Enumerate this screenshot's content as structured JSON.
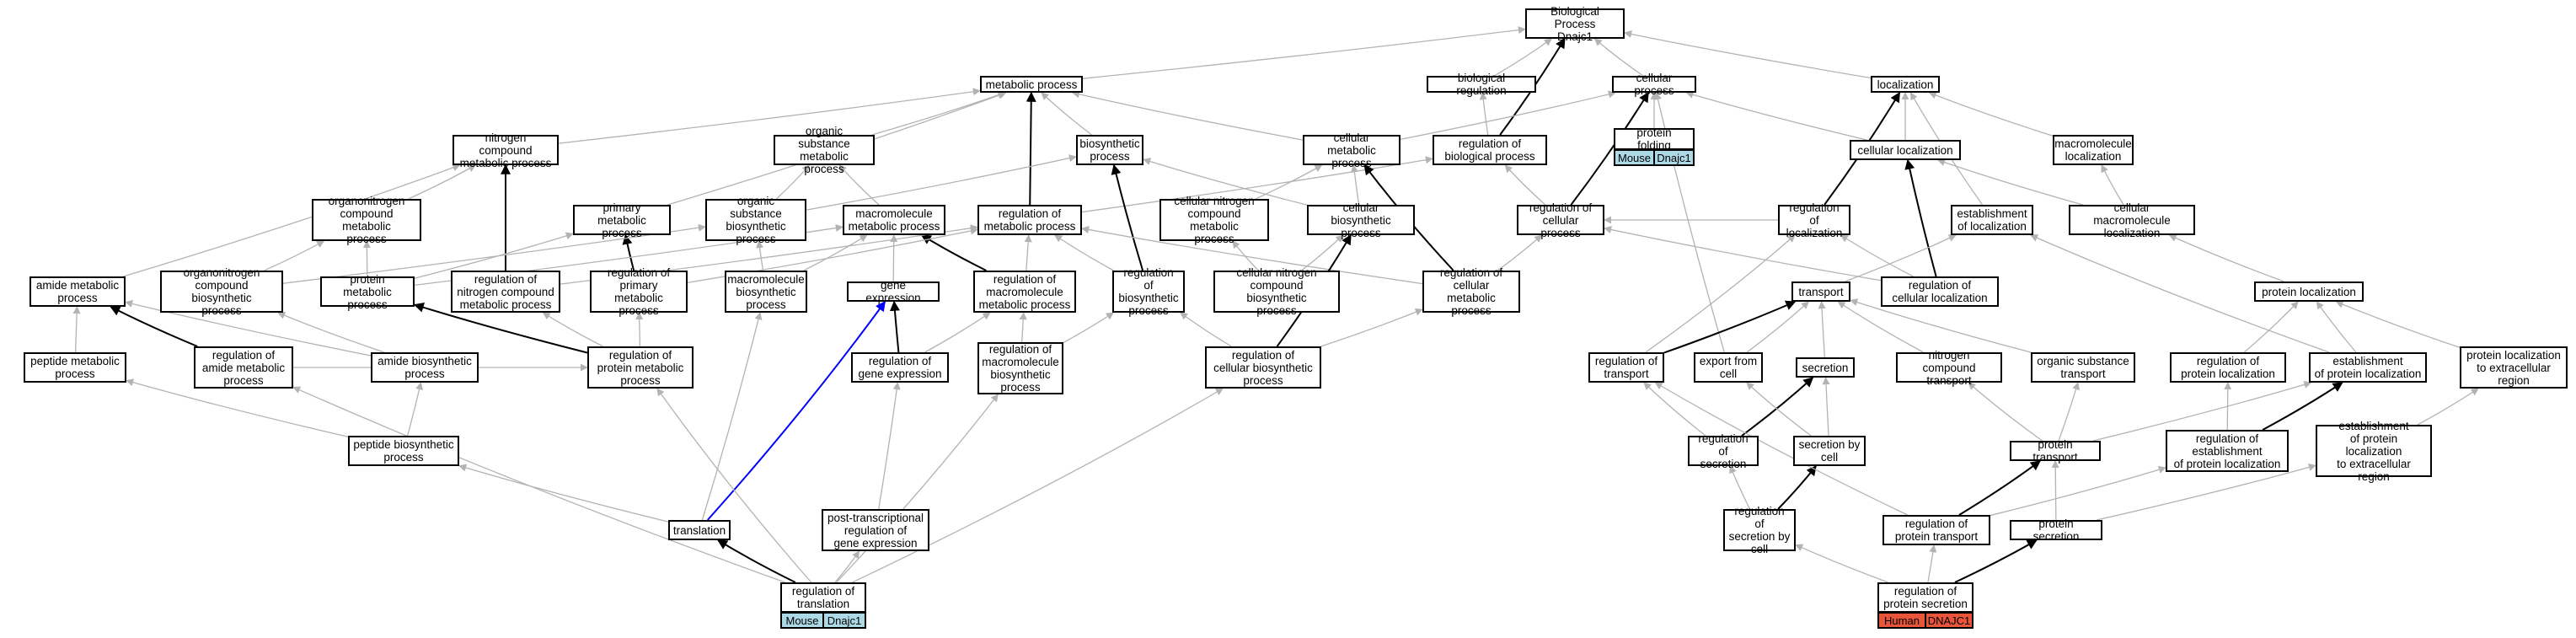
{
  "colors": {
    "edge_gray": "#b3b3b3",
    "edge_black": "#000000",
    "edge_blue": "#0000ff",
    "mouse_badge": "#add8e6",
    "human_badge": "#e8553a"
  },
  "nodes": [
    {
      "id": "bp",
      "label": "Biological Process\nDnajc1"
    },
    {
      "id": "metabolic",
      "label": "metabolic process"
    },
    {
      "id": "bioreg",
      "label": "biological regulation"
    },
    {
      "id": "cellular",
      "label": "cellular process"
    },
    {
      "id": "localization",
      "label": "localization"
    },
    {
      "id": "nitro",
      "label": "nitrogen compound\nmetabolic process"
    },
    {
      "id": "orgsub",
      "label": "organic substance\nmetabolic process"
    },
    {
      "id": "biosynth",
      "label": "biosynthetic\nprocess"
    },
    {
      "id": "cellmet",
      "label": "cellular metabolic\nprocess"
    },
    {
      "id": "regbio",
      "label": "regulation of\nbiological process"
    },
    {
      "id": "protfold",
      "label": "protein folding"
    },
    {
      "id": "cellloc",
      "label": "cellular localization"
    },
    {
      "id": "macroloc",
      "label": "macromolecule\nlocalization"
    },
    {
      "id": "orgnitro",
      "label": "organonitrogen\ncompound metabolic\nprocess"
    },
    {
      "id": "primary",
      "label": "primary metabolic\nprocess"
    },
    {
      "id": "orgsubbio",
      "label": "organic substance\nbiosynthetic\nprocess"
    },
    {
      "id": "macromet",
      "label": "macromolecule\nmetabolic process"
    },
    {
      "id": "regmet",
      "label": "regulation of\nmetabolic process"
    },
    {
      "id": "cellnitro",
      "label": "cellular nitrogen\ncompound metabolic\nprocess"
    },
    {
      "id": "cellbio",
      "label": "cellular biosynthetic\nprocess"
    },
    {
      "id": "regcell",
      "label": "regulation of\ncellular process"
    },
    {
      "id": "regloc",
      "label": "regulation of\nlocalization"
    },
    {
      "id": "estloc",
      "label": "establishment\nof localization"
    },
    {
      "id": "cellmacroloc",
      "label": "cellular macromolecule\nlocalization"
    },
    {
      "id": "amidemet",
      "label": "amide metabolic\nprocess"
    },
    {
      "id": "orgnitrobio",
      "label": "organonitrogen\ncompound biosynthetic\nprocess"
    },
    {
      "id": "protmet",
      "label": "protein metabolic\nprocess"
    },
    {
      "id": "regnitro",
      "label": "regulation of\nnitrogen compound\nmetabolic process"
    },
    {
      "id": "regprimary",
      "label": "regulation of\nprimary metabolic\nprocess"
    },
    {
      "id": "macrobio",
      "label": "macromolecule\nbiosynthetic\nprocess"
    },
    {
      "id": "geneexp",
      "label": "gene expression"
    },
    {
      "id": "regmacromet",
      "label": "regulation of\nmacromolecule\nmetabolic process"
    },
    {
      "id": "regbiosynth",
      "label": "regulation of\nbiosynthetic\nprocess"
    },
    {
      "id": "cellnitrobio",
      "label": "cellular nitrogen\ncompound biosynthetic\nprocess"
    },
    {
      "id": "regcellmet",
      "label": "regulation of\ncellular metabolic\nprocess"
    },
    {
      "id": "regcellloc",
      "label": "regulation of\ncellular localization"
    },
    {
      "id": "transport",
      "label": "transport"
    },
    {
      "id": "protloc",
      "label": "protein localization"
    },
    {
      "id": "peptmet",
      "label": "peptide metabolic\nprocess"
    },
    {
      "id": "regamide",
      "label": "regulation of\namide metabolic\nprocess"
    },
    {
      "id": "amidebio",
      "label": "amide biosynthetic\nprocess"
    },
    {
      "id": "regprotmet",
      "label": "regulation of\nprotein metabolic\nprocess"
    },
    {
      "id": "reggene",
      "label": "regulation of\ngene expression"
    },
    {
      "id": "regmacrobio",
      "label": "regulation of\nmacromolecule\nbiosynthetic\nprocess"
    },
    {
      "id": "regcellbio",
      "label": "regulation of\ncellular biosynthetic\nprocess"
    },
    {
      "id": "regtransport",
      "label": "regulation of\ntransport"
    },
    {
      "id": "exportcell",
      "label": "export from\ncell"
    },
    {
      "id": "secretion",
      "label": "secretion"
    },
    {
      "id": "nitrotrans",
      "label": "nitrogen compound\ntransport"
    },
    {
      "id": "orgsubtrans",
      "label": "organic substance\ntransport"
    },
    {
      "id": "regprotloc",
      "label": "regulation of\nprotein localization"
    },
    {
      "id": "estprotloc",
      "label": "establishment\nof protein localization"
    },
    {
      "id": "protlocext",
      "label": "protein localization\nto extracellular\nregion"
    },
    {
      "id": "peptbio",
      "label": "peptide biosynthetic\nprocess"
    },
    {
      "id": "regsec",
      "label": "regulation of\nsecretion"
    },
    {
      "id": "secbycell",
      "label": "secretion by\ncell"
    },
    {
      "id": "prottrans",
      "label": "protein transport"
    },
    {
      "id": "regestprotloc",
      "label": "regulation of\nestablishment\nof protein localization"
    },
    {
      "id": "estprotlocext",
      "label": "establishment\nof protein localization\nto extracellular\nregion"
    },
    {
      "id": "translation",
      "label": "translation"
    },
    {
      "id": "posttrans",
      "label": "post-transcriptional\nregulation of\ngene expression"
    },
    {
      "id": "regsecbycell",
      "label": "regulation of\nsecretion by\ncell"
    },
    {
      "id": "regprottrans",
      "label": "regulation of\nprotein transport"
    },
    {
      "id": "protsec",
      "label": "protein secretion"
    },
    {
      "id": "regtranslation",
      "label": "regulation of\ntranslation"
    },
    {
      "id": "regprotsec",
      "label": "regulation of\nprotein secretion"
    }
  ],
  "badges": [
    {
      "id": "pf_mouse",
      "label": "Mouse",
      "kind": "mouse"
    },
    {
      "id": "pf_gene",
      "label": "Dnajc1",
      "kind": "mouse"
    },
    {
      "id": "rt_mouse",
      "label": "Mouse",
      "kind": "mouse"
    },
    {
      "id": "rt_gene",
      "label": "Dnajc1",
      "kind": "mouse"
    },
    {
      "id": "rps_human",
      "label": "Human",
      "kind": "human"
    },
    {
      "id": "rps_gene",
      "label": "DNAJC1",
      "kind": "human"
    }
  ],
  "edges": [
    [
      "metabolic",
      "bp",
      "gray"
    ],
    [
      "bioreg",
      "bp",
      "gray"
    ],
    [
      "cellular",
      "bp",
      "gray"
    ],
    [
      "localization",
      "bp",
      "gray"
    ],
    [
      "regbio",
      "bp",
      "black"
    ],
    [
      "regbio",
      "bioreg",
      "gray"
    ],
    [
      "nitro",
      "metabolic",
      "gray"
    ],
    [
      "orgsub",
      "metabolic",
      "gray"
    ],
    [
      "biosynth",
      "metabolic",
      "gray"
    ],
    [
      "cellmet",
      "metabolic",
      "gray"
    ],
    [
      "regmet",
      "metabolic",
      "black"
    ],
    [
      "primary",
      "metabolic",
      "gray"
    ],
    [
      "protfold",
      "cellular",
      "gray"
    ],
    [
      "cellmet",
      "cellular",
      "gray"
    ],
    [
      "regcell",
      "cellular",
      "black"
    ],
    [
      "cellloc",
      "cellular",
      "gray"
    ],
    [
      "exportcell",
      "cellular",
      "gray"
    ],
    [
      "cellloc",
      "localization",
      "gray"
    ],
    [
      "macroloc",
      "localization",
      "gray"
    ],
    [
      "regloc",
      "localization",
      "black"
    ],
    [
      "estloc",
      "localization",
      "gray"
    ],
    [
      "orgnitro",
      "nitro",
      "gray"
    ],
    [
      "regnitro",
      "nitro",
      "black"
    ],
    [
      "amidemet",
      "nitro",
      "gray"
    ],
    [
      "orgsubbio",
      "orgsub",
      "gray"
    ],
    [
      "macromet",
      "orgsub",
      "gray"
    ],
    [
      "regmet",
      "regbio",
      "gray"
    ],
    [
      "regcell",
      "regbio",
      "gray"
    ],
    [
      "cellbio",
      "biosynth",
      "gray"
    ],
    [
      "orgsubbio",
      "biosynth",
      "gray"
    ],
    [
      "regbiosynth",
      "biosynth",
      "black"
    ],
    [
      "cellnitro",
      "cellmet",
      "gray"
    ],
    [
      "cellbio",
      "cellmet",
      "gray"
    ],
    [
      "regcellmet",
      "cellmet",
      "black"
    ],
    [
      "cellmacroloc",
      "cellloc",
      "gray"
    ],
    [
      "regcellloc",
      "cellloc",
      "black"
    ],
    [
      "cellmacroloc",
      "macroloc",
      "gray"
    ],
    [
      "protmet",
      "orgnitro",
      "gray"
    ],
    [
      "orgnitrobio",
      "orgnitro",
      "gray"
    ],
    [
      "protmet",
      "primary",
      "gray"
    ],
    [
      "regprimary",
      "primary",
      "black"
    ],
    [
      "macrobio",
      "orgsubbio",
      "gray"
    ],
    [
      "orgnitrobio",
      "orgsubbio",
      "gray"
    ],
    [
      "geneexp",
      "macromet",
      "gray"
    ],
    [
      "macrobio",
      "macromet",
      "gray"
    ],
    [
      "regmacromet",
      "macromet",
      "black"
    ],
    [
      "protmet",
      "macromet",
      "gray"
    ],
    [
      "regnitro",
      "regmet",
      "gray"
    ],
    [
      "regprimary",
      "regmet",
      "gray"
    ],
    [
      "regmacromet",
      "regmet",
      "gray"
    ],
    [
      "regbiosynth",
      "regmet",
      "gray"
    ],
    [
      "regcellmet",
      "regmet",
      "gray"
    ],
    [
      "cellnitrobio",
      "cellnitro",
      "gray"
    ],
    [
      "cellnitrobio",
      "cellbio",
      "gray"
    ],
    [
      "regcellbio",
      "cellbio",
      "black"
    ],
    [
      "regloc",
      "regcell",
      "gray"
    ],
    [
      "regcellloc",
      "regcell",
      "gray"
    ],
    [
      "regcellmet",
      "regcell",
      "gray"
    ],
    [
      "regcellloc",
      "regloc",
      "gray"
    ],
    [
      "regtransport",
      "regloc",
      "gray"
    ],
    [
      "transport",
      "estloc",
      "gray"
    ],
    [
      "estprotloc",
      "estloc",
      "gray"
    ],
    [
      "protloc",
      "cellmacroloc",
      "gray"
    ],
    [
      "peptmet",
      "amidemet",
      "gray"
    ],
    [
      "regamide",
      "amidemet",
      "black"
    ],
    [
      "amidebio",
      "amidemet",
      "gray"
    ],
    [
      "amidebio",
      "orgnitrobio",
      "gray"
    ],
    [
      "regprotmet",
      "protmet",
      "black"
    ],
    [
      "regprotmet",
      "regnitro",
      "gray"
    ],
    [
      "regprotmet",
      "regprimary",
      "gray"
    ],
    [
      "reggene",
      "geneexp",
      "black"
    ],
    [
      "translation",
      "geneexp",
      "blue"
    ],
    [
      "reggene",
      "regmacromet",
      "gray"
    ],
    [
      "regmacrobio",
      "regmacromet",
      "gray"
    ],
    [
      "regcellbio",
      "regbiosynth",
      "gray"
    ],
    [
      "regmacrobio",
      "regbiosynth",
      "gray"
    ],
    [
      "regcellbio",
      "regcellmet",
      "gray"
    ],
    [
      "regtransport",
      "transport",
      "black"
    ],
    [
      "exportcell",
      "transport",
      "gray"
    ],
    [
      "secretion",
      "transport",
      "gray"
    ],
    [
      "nitrotrans",
      "transport",
      "gray"
    ],
    [
      "orgsubtrans",
      "transport",
      "gray"
    ],
    [
      "regprotloc",
      "protloc",
      "gray"
    ],
    [
      "estprotloc",
      "protloc",
      "gray"
    ],
    [
      "protlocext",
      "protloc",
      "gray"
    ],
    [
      "peptbio",
      "peptmet",
      "gray"
    ],
    [
      "regamide",
      "regprotmet",
      "gray"
    ],
    [
      "peptbio",
      "amidebio",
      "gray"
    ],
    [
      "posttrans",
      "reggene",
      "gray"
    ],
    [
      "regsec",
      "regtransport",
      "gray"
    ],
    [
      "secbycell",
      "secretion",
      "gray"
    ],
    [
      "regsec",
      "secretion",
      "black"
    ],
    [
      "secbycell",
      "exportcell",
      "gray"
    ],
    [
      "prottrans",
      "nitrotrans",
      "gray"
    ],
    [
      "prottrans",
      "orgsubtrans",
      "gray"
    ],
    [
      "regestprotloc",
      "regprotloc",
      "gray"
    ],
    [
      "regestprotloc",
      "estprotloc",
      "black"
    ],
    [
      "prottrans",
      "estprotloc",
      "gray"
    ],
    [
      "estprotlocext",
      "protlocext",
      "gray"
    ],
    [
      "translation",
      "peptbio",
      "gray"
    ],
    [
      "translation",
      "macrobio",
      "gray"
    ],
    [
      "regsecbycell",
      "regsec",
      "gray"
    ],
    [
      "regsecbycell",
      "secbycell",
      "black"
    ],
    [
      "regprottrans",
      "prottrans",
      "black"
    ],
    [
      "protsec",
      "prottrans",
      "gray"
    ],
    [
      "protsec",
      "estprotlocext",
      "gray"
    ],
    [
      "regprottrans",
      "regestprotloc",
      "gray"
    ],
    [
      "regprottrans",
      "regtransport",
      "gray"
    ],
    [
      "regtranslation",
      "translation",
      "black"
    ],
    [
      "regtranslation",
      "posttrans",
      "gray"
    ],
    [
      "regtranslation",
      "regamide",
      "gray"
    ],
    [
      "regtranslation",
      "regprotmet",
      "gray"
    ],
    [
      "regtranslation",
      "regmacrobio",
      "gray"
    ],
    [
      "regtranslation",
      "regcellbio",
      "gray"
    ],
    [
      "regprotsec",
      "regsecbycell",
      "gray"
    ],
    [
      "regprotsec",
      "regprottrans",
      "gray"
    ],
    [
      "regprotsec",
      "protsec",
      "black"
    ]
  ]
}
